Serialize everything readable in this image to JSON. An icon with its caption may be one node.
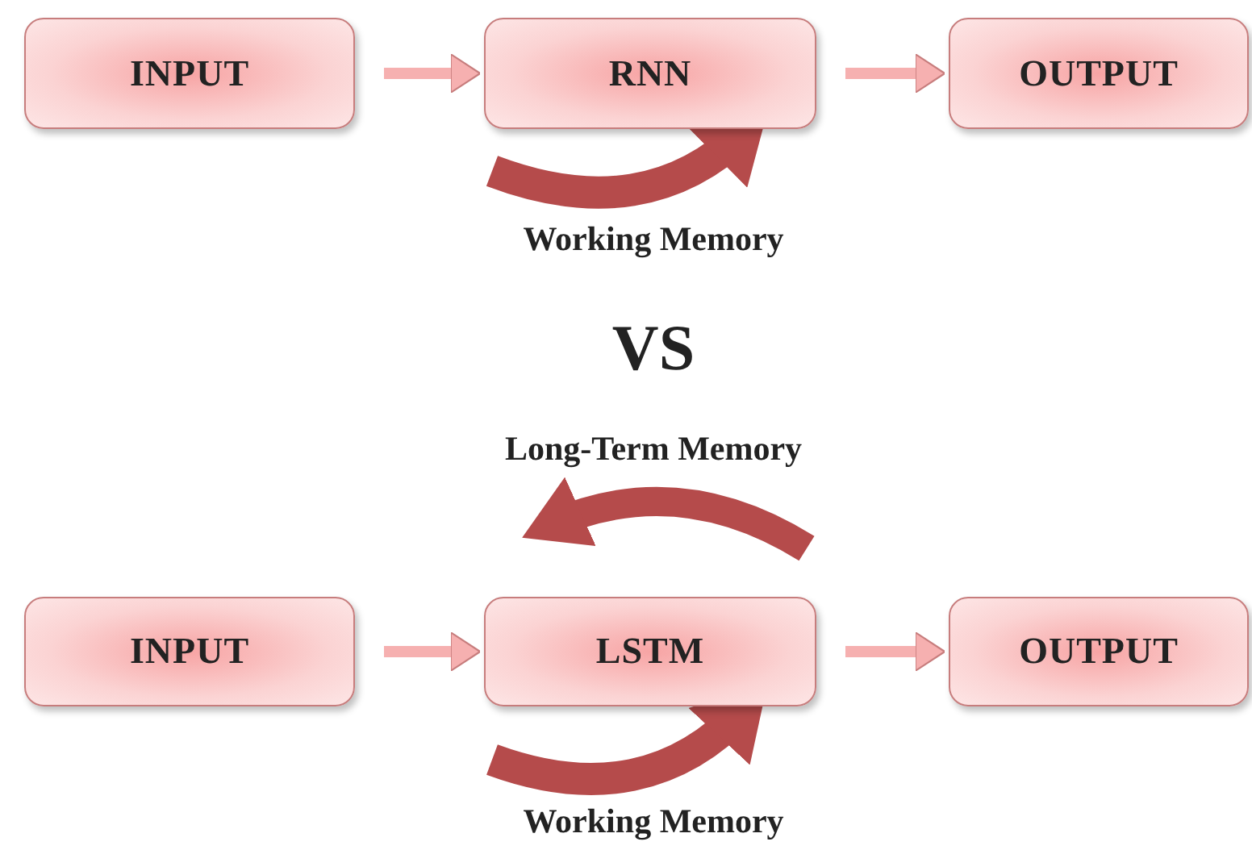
{
  "diagram": {
    "nodes": [
      {
        "text": [
          "INPUT"
        ]
      },
      {
        "text": [
          "RNN"
        ]
      },
      {
        "text": [
          "OUTPUT"
        ]
      },
      {
        "text": [
          "INPUT"
        ]
      },
      {
        "text": [
          "LSTM"
        ]
      },
      {
        "text": [
          "OUTPUT"
        ]
      }
    ],
    "edges": [
      {
        "from": 0,
        "to": 1,
        "arrow": "to"
      },
      {
        "from": 1,
        "to": 2,
        "arrow": "to"
      },
      {
        "from": null,
        "to": 1,
        "arrow": "to",
        "style": "thick",
        "color": "#b54b4b"
      },
      {
        "from": 3,
        "to": 4,
        "arrow": "to"
      },
      {
        "from": 4,
        "to": 5,
        "arrow": "to"
      },
      {
        "from": null,
        "to": 4,
        "arrow": "to",
        "style": "thick",
        "color": "#b54b4b"
      }
    ],
    "labels": [
      "Working Memory",
      "VS",
      "Long-Term Memory",
      "Working Memory"
    ]
  }
}
